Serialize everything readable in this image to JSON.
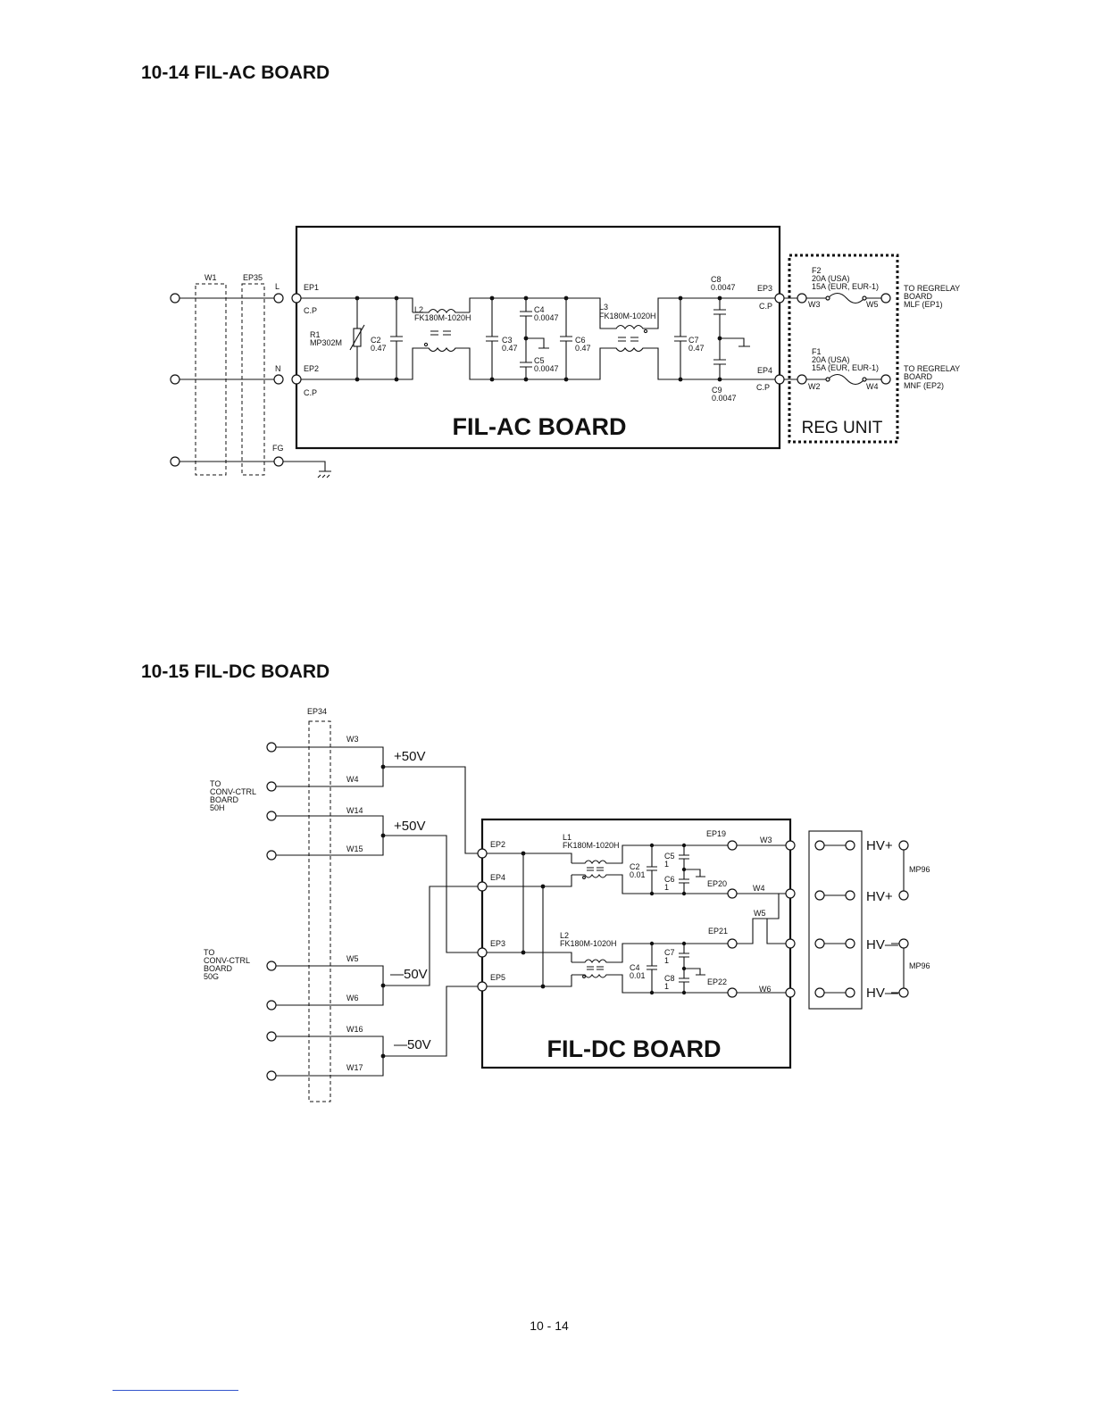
{
  "ac": {
    "heading": "10-14  FIL-AC BOARD",
    "board_title": "FIL-AC BOARD",
    "reg_unit": "REG UNIT",
    "w1": "W1",
    "ep35": "EP35",
    "pin_l": "L",
    "pin_n": "N",
    "pin_fg": "FG",
    "ep1": "EP1",
    "ep2": "EP2",
    "ep3": "EP3",
    "ep4": "EP4",
    "cp": "C.P",
    "r1": "R1",
    "r1_part": "MP302M",
    "c2": "C2",
    "c2_val": "0.47",
    "l2": "L2",
    "l2_part": "FK180M-1020H",
    "c3": "C3",
    "c3_val": "0.47",
    "c4": "C4",
    "c4_val": "0.0047",
    "c5": "C5",
    "c5_val": "0.0047",
    "c6": "C6",
    "c6_val": "0.47",
    "l3": "L3",
    "l3_part": "FK180M-1020H",
    "c7": "C7",
    "c7_val": "0.47",
    "c8": "C8",
    "c8_val": "0.0047",
    "c9": "C9",
    "c9_val": "0.0047",
    "f2": "F2",
    "f2_usa": "20A (USA)",
    "f2_eur": "15A (EUR, EUR-1)",
    "f1": "F1",
    "f1_usa": "20A (USA)",
    "f1_eur": "15A (EUR, EUR-1)",
    "w3": "W3",
    "w5": "W5",
    "w2": "W2",
    "w4": "W4",
    "to1_a": "TO REGRELAY",
    "to1_b": "BOARD",
    "to1_c": "MLF (EP1)",
    "to2_a": "TO REGRELAY",
    "to2_b": "BOARD",
    "to2_c": "MNF (EP2)"
  },
  "dc": {
    "heading": "10-15  FIL-DC BOARD",
    "board_title": "FIL-DC BOARD",
    "ep34": "EP34",
    "w3": "W3",
    "w4": "W4",
    "w14": "W14",
    "w15": "W15",
    "w5": "W5",
    "w6": "W6",
    "w16": "W16",
    "w17": "W17",
    "v1": "+50V",
    "v2": "+50V",
    "v3": "—50V",
    "v4": "—50V",
    "to1_a": "TO",
    "to1_b": "CONV-CTRL",
    "to1_c": "BOARD",
    "to1_d": "50H",
    "to2_a": "TO",
    "to2_b": "CONV-CTRL",
    "to2_c": "BOARD",
    "to2_d": "50G",
    "ep2": "EP2",
    "ep4": "EP4",
    "ep3": "EP3",
    "ep5": "EP5",
    "l1": "L1",
    "l1_part": "FK180M-1020H",
    "l2": "L2",
    "l2_part": "FK180M-1020H",
    "c2": "C2",
    "c2_val": "0.01",
    "c4": "C4",
    "c4_val": "0.01",
    "c5": "C5",
    "c5_val": "1",
    "c6": "C6",
    "c6_val": "1",
    "c7": "C7",
    "c7_val": "1",
    "c8": "C8",
    "c8_val": "1",
    "ep19": "EP19",
    "ep20": "EP20",
    "ep21": "EP21",
    "ep22": "EP22",
    "ow3": "W3",
    "ow4": "W4",
    "ow5": "W5",
    "ow6": "W6",
    "hv1": "HV+",
    "hv2": "HV+",
    "hv3": "HV—",
    "hv4": "HV—",
    "mp96a": "MP96",
    "mp96b": "MP96"
  },
  "page_number": "10 - 14"
}
